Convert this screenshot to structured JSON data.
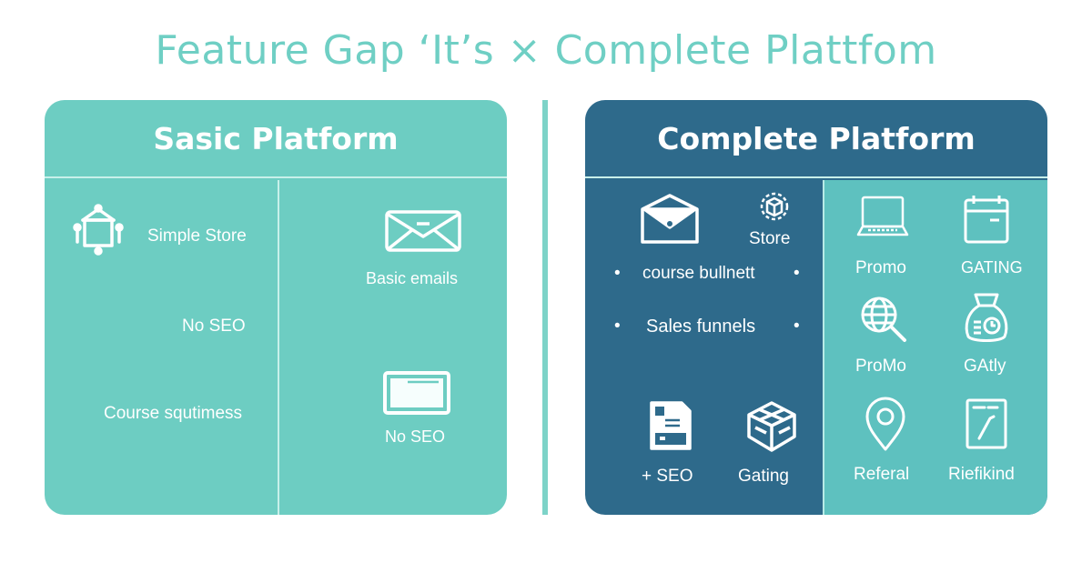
{
  "title": "Feature Gap ‘It’s × Complete Plattfom",
  "colors": {
    "title": "#6fcfc4",
    "basic_panel": "#6dcdc2",
    "complete_panel": "#2e6a8b",
    "complete_right_column": "#5ec1bf",
    "divider": "#7dd3c8",
    "text": "#ffffff"
  },
  "basic": {
    "header": "Sasic Platform",
    "left_items": [
      {
        "label": "Simple Store",
        "icon": "store-kiosk-icon"
      },
      {
        "label": "No SEO"
      },
      {
        "label": "Course squtimess"
      }
    ],
    "right_items": [
      {
        "label": "Basic emails",
        "icon": "envelope-icon"
      },
      {
        "label": "No SEO",
        "icon": "window-icon"
      }
    ]
  },
  "complete": {
    "header": "Complete Platform",
    "left_items": [
      {
        "label": "",
        "icon": "open-envelope-icon"
      },
      {
        "label": "Store",
        "icon": "gear-box-icon"
      },
      {
        "label": "course bullnett",
        "bullet": "•"
      },
      {
        "label": "Sales funnels",
        "bullet": "•"
      },
      {
        "label": "+ SEO",
        "icon": "document-icon"
      },
      {
        "label": "Gating",
        "icon": "crate-icon"
      }
    ],
    "right_items": [
      {
        "label": "Promo",
        "icon": "laptop-icon"
      },
      {
        "label": "GATING",
        "icon": "calendar-icon"
      },
      {
        "label": "ProMo",
        "icon": "globe-search-icon"
      },
      {
        "label": "GAtly",
        "icon": "money-bag-icon"
      },
      {
        "label": "Referal",
        "icon": "map-pin-icon"
      },
      {
        "label": "Riefikind",
        "icon": "clipboard-icon"
      }
    ]
  }
}
